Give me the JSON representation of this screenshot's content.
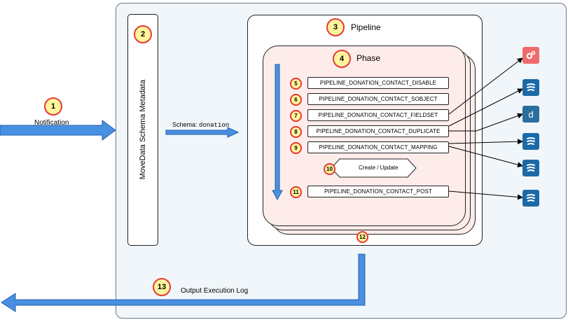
{
  "badges": {
    "b1": "1",
    "b2": "2",
    "b3": "3",
    "b4": "4",
    "b5": "5",
    "b6": "6",
    "b7": "7",
    "b8": "8",
    "b9": "9",
    "b10": "10",
    "b11": "11",
    "b12": "12",
    "b13": "13"
  },
  "notification_label": "Notification",
  "metadata_label": "MoveData Schema Metadata",
  "schema": {
    "prefix": "Schema:",
    "value": "donation"
  },
  "pipeline_title": "Pipeline",
  "phase_title": "Phase",
  "steps": {
    "disable": "PIPELINE_DONATION_CONTACT_DISABLE",
    "sobject": "PIPELINE_DONATION_CONTACT_SOBJECT",
    "fieldset": "PIPELINE_DONATION_CONTACT_FIELDSET",
    "duplicate": "PIPELINE_DONATION_CONTACT_DUPLICATE",
    "mapping": "PIPELINE_DONATION_CONTACT_MAPPING",
    "post": "PIPELINE_DONATION_CONTACT_POST"
  },
  "create_update_label": "Create / Update",
  "output_label": "Output Execution Log",
  "icons": {
    "gear": "gear-service-icon",
    "salesforce": "salesforce-stack-icon",
    "dx": "d-service-icon"
  },
  "colors": {
    "arrow_blue": "#4a90e2",
    "badge_fill": "#fff59d",
    "badge_border": "#e53935",
    "phase_fill": "#fdecea",
    "container_fill": "#f1f6fb"
  }
}
